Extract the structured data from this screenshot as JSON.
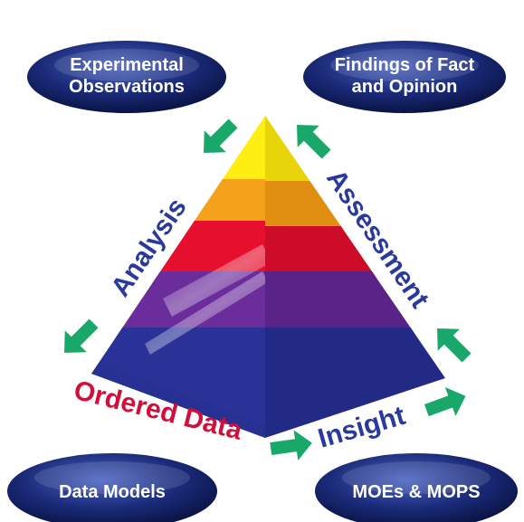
{
  "nodes": {
    "top_left": {
      "line1": "Experimental",
      "line2": "Observations"
    },
    "top_right": {
      "line1": "Findings of Fact",
      "line2": "and Opinion"
    },
    "bottom_left": {
      "line1": "Data Models"
    },
    "bottom_right": {
      "line1": "MOEs & MOPS"
    }
  },
  "edges": {
    "left": "Analysis",
    "right": "Assessment",
    "base_left": "Ordered Data",
    "base_right": "Insight"
  },
  "colors": {
    "oval_dark": "#0a1650",
    "oval_light": "#3a4fa8",
    "arrow": "#1aa86a",
    "pyramid_layers": [
      "#ffef14",
      "#f5a31a",
      "#e8102e",
      "#6a2a9a",
      "#2a3196"
    ]
  }
}
